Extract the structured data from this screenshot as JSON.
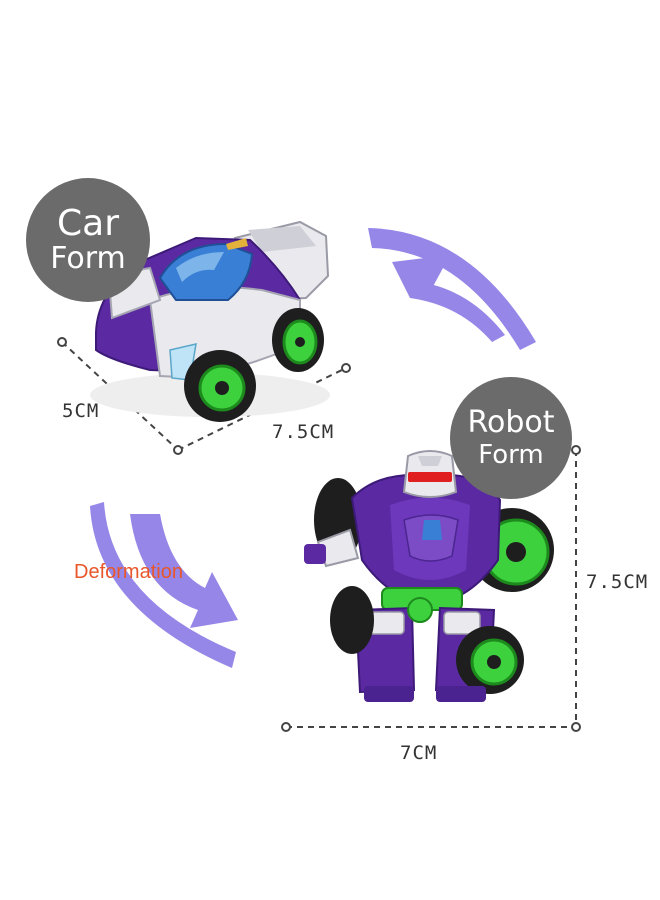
{
  "labels": {
    "car_form_line1": "Car",
    "car_form_line2": "Form",
    "robot_form_line1": "Robot",
    "robot_form_line2": "Form",
    "car_width": "5CM",
    "car_length": "7.5CM",
    "robot_height": "7.5CM",
    "robot_width": "7CM",
    "deformation": "Deformation"
  },
  "colors": {
    "bubble": "#6b6b6b",
    "arrow": "#8a7ae6",
    "toy_purple": "#5b2aa3",
    "toy_white": "#e9e9ee",
    "wheel_green": "#3ed13e",
    "tire": "#1e1e1e",
    "visor_red": "#e02020",
    "window_blue": "#3a7fd6",
    "deformation_text": "#e8562a"
  }
}
